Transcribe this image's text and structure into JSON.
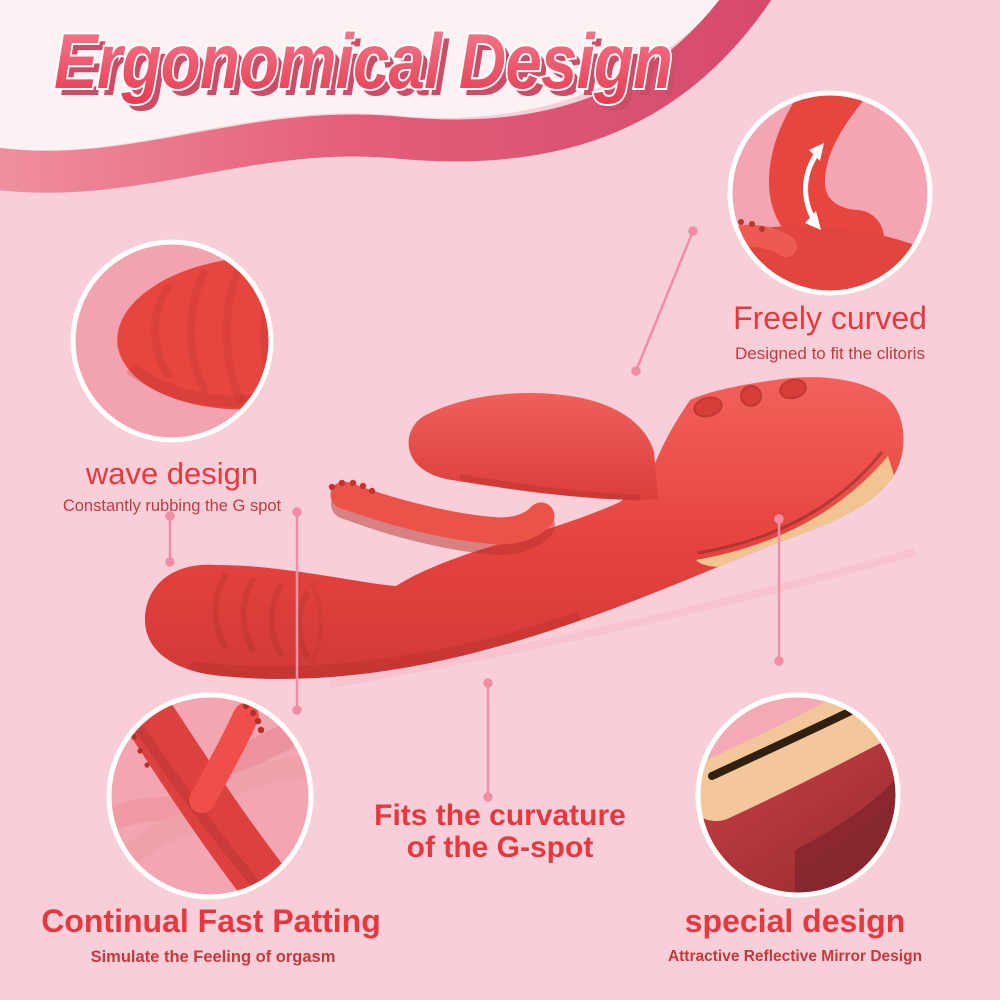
{
  "title": "Ergonomical Design",
  "callouts": [
    {
      "heading": "Freely curved",
      "subheading": "Designed to fit the clitoris"
    },
    {
      "heading": "wave design",
      "subheading": "Constantly rubbing the G spot"
    },
    {
      "heading": "Continual Fast Patting",
      "subheading": "Simulate the Feeling of orgasm"
    },
    {
      "heading": "special design",
      "subheading": "Attractive Reflective Mirror Design"
    }
  ],
  "center_caption": {
    "line1": "Fits the curvature",
    "line2": "of the G-spot"
  },
  "colors": {
    "page_background": "#f8cfd8",
    "top_wave": "#fdf2f3",
    "ribbon_pink": "#e4607b",
    "product_red": "#e8443f",
    "mirror_beige": "#f2c492",
    "heading_red": "#e5383f",
    "subheading_red": "#c33a3e",
    "title_shadow": "#cd4d66",
    "connector_pink": "#ee8fa6",
    "bubble_fill": "#f4a5b3",
    "bubble_ring": "#ffffff"
  },
  "icons": {
    "curve_arrow": "double-headed-curved-arrow"
  }
}
